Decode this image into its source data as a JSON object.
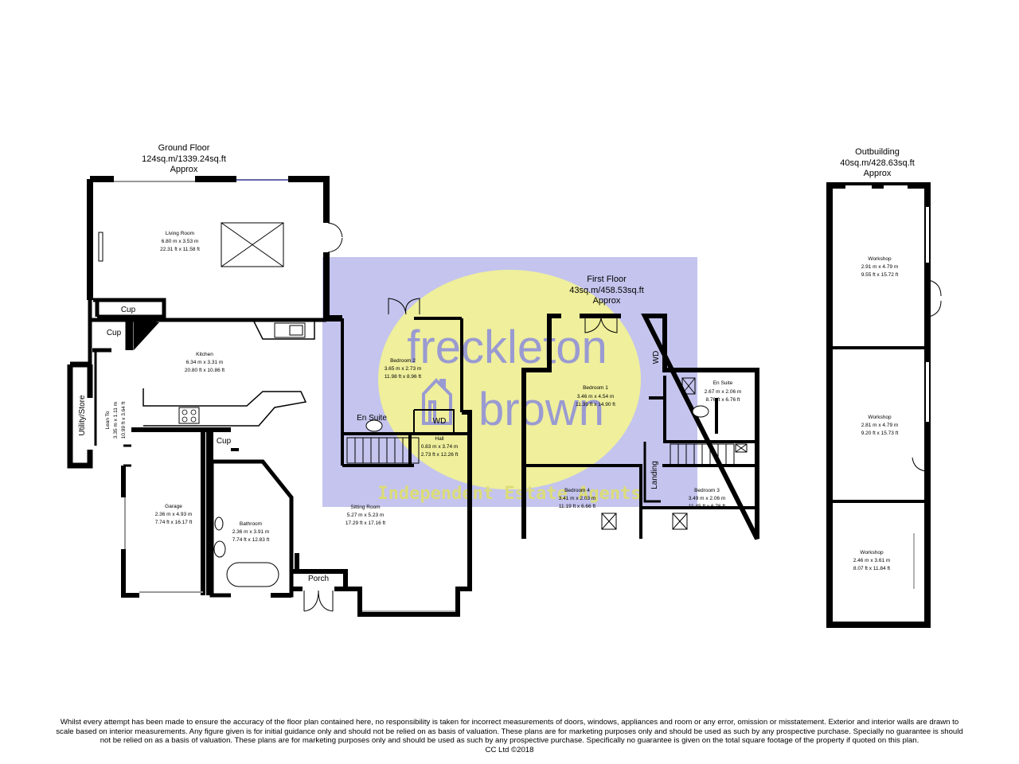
{
  "floors": {
    "ground": {
      "name": "Ground Floor",
      "area": "124sq.m/1339.24sq.ft",
      "approx": "Approx"
    },
    "first": {
      "name": "First Floor",
      "area": "43sq.m/458.53sq.ft",
      "approx": "Approx"
    },
    "outbuilding": {
      "name": "Outbuilding",
      "area": "40sq.m/428.63sq.ft",
      "approx": "Approx"
    }
  },
  "rooms": {
    "living": {
      "name": "Living Room",
      "metric": "6.80 m x 3.53 m",
      "imperial": "22.31 ft x 11.58 ft"
    },
    "kitchen": {
      "name": "Kitchen",
      "metric": "6.34 m x 3.31 m",
      "imperial": "20.80 ft x 10.86 ft"
    },
    "bedroom2": {
      "name": "Bedroom 2",
      "metric": "3.65 m x 2.73 m",
      "imperial": "11.98 ft x 8.96 ft"
    },
    "hall": {
      "name": "Hall",
      "metric": "0.83 m  x 3.74 m",
      "imperial": "2.73 ft  x 12.26 ft"
    },
    "garage": {
      "name": "Garage",
      "metric": "2.36 m x 4.93 m",
      "imperial": "7.74 ft x 16.17 ft"
    },
    "bathroom": {
      "name": "Bathroom",
      "metric": "2.36 m x 3.91 m",
      "imperial": "7.74 ft x 12.83 ft"
    },
    "sitting": {
      "name": "Sitting Room",
      "metric": "5.27 m x 5.23 m",
      "imperial": "17.29 ft x 17.16 ft"
    },
    "leanto": {
      "name": "Lean To",
      "metric": "3.35 m x 1.11 m",
      "imperial": "10.99 ft x 3.64 ft"
    },
    "bedroom1": {
      "name": "Bedroom 1",
      "metric": "3.46 m x 4.54 m",
      "imperial": "11.35 ft x 14.90 ft"
    },
    "ensuite1": {
      "name": "En Suite",
      "metric": "2.67 m x 2.06 m",
      "imperial": "8.76 ft x 6.76 ft"
    },
    "bedroom4": {
      "name": "Bedroom 4",
      "metric": "3.41 m x 2.03 m",
      "imperial": "11.19 ft x 6.66 ft"
    },
    "bedroom3": {
      "name": "Bedroom 3",
      "metric": "3.49 m x 2.06 m",
      "imperial": "11.45 ft x 6.76 ft"
    },
    "workshop1": {
      "name": "Workshop",
      "metric": "2.91 m  x 4.79 m",
      "imperial": "9.55 ft  x 15.72 ft"
    },
    "workshop2": {
      "name": "Workshop",
      "metric": "2.81 m  x 4.79 m",
      "imperial": "9.20 ft  x 15.73 ft"
    },
    "workshop3": {
      "name": "Workshop",
      "metric": "2.46 m  x 3.61 m",
      "imperial": "8.07 ft  x 11.84 ft"
    }
  },
  "labels": {
    "cup": "Cup",
    "utility": "Utility/Store",
    "ensuite_ground": "En Suite",
    "wd": "WD",
    "porch": "Porch",
    "landing": "Landing"
  },
  "watermark": {
    "line1": "freckleton",
    "line2": "brown",
    "tagline": "Independent Estate Agents",
    "color_box": "#c4c4ee",
    "color_circle": "#efef9c",
    "color_text": "#9090cc",
    "color_tagline": "#dede7a"
  },
  "disclaimer": {
    "line1": "Whilst every attempt has been made to ensure the accuracy of the floor plan contained here, no responsibility is taken for incorrect measurements of doors, windows, appliances and room or any error, omission or misstatement. Exterior and interior walls are drawn to",
    "line2": "scale based on interior measurements. Any figure given is for initial guidance only and should not be relied on as basis of valuation. These plans are for marketing purposes only and should be used as such by any prospective purchase. Specially no guarantee is should",
    "line3": "not be relied on as a basis of valuation. These plans are for marketing purposes only and should be used as such by any prospective purchase. Specifically no guarantee is given on the total square footage of the property if quoted on this plan.",
    "line4": "CC Ltd ©2018"
  }
}
